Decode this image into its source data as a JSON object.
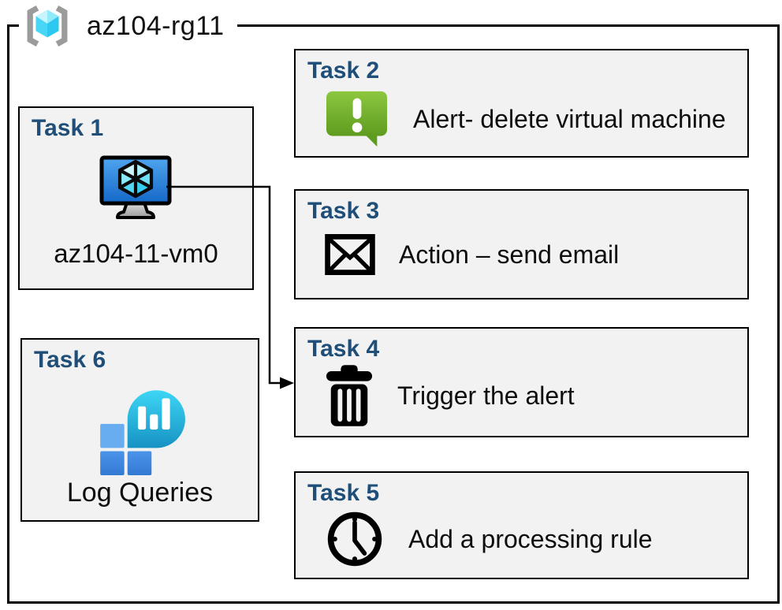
{
  "header": {
    "resource_group_label": "az104-rg11",
    "icon": "resource-group-icon"
  },
  "tasks": [
    {
      "title": "Task 1",
      "label": "az104-11-vm0",
      "icon": "virtual-machine-icon"
    },
    {
      "title": "Task 2",
      "label": "Alert- delete virtual machine",
      "icon": "alert-message-icon"
    },
    {
      "title": "Task 3",
      "label": "Action – send email",
      "icon": "email-envelope-icon"
    },
    {
      "title": "Task 4",
      "label": "Trigger the alert",
      "icon": "trash-icon"
    },
    {
      "title": "Task 5",
      "label": "Add a processing rule",
      "icon": "clock-icon"
    },
    {
      "title": "Task 6",
      "label": "Log Queries",
      "icon": "log-analytics-icon"
    }
  ],
  "connector": {
    "from": "Task 1",
    "to": "Task 4",
    "type": "elbow-arrow"
  },
  "colors": {
    "task_title_blue": "#1F4E79",
    "box_fill": "#F2F2F2",
    "box_border": "#000000",
    "alert_green_light": "#8DC73F",
    "alert_green_dark": "#5E9C20",
    "vm_screen_blue_light": "#4FA5EF",
    "vm_screen_blue_dark": "#1568C8",
    "log_bubble_cyan_light": "#3DD6F5",
    "log_bubble_cyan_dark": "#1792C3",
    "log_square_blue_light": "#68ADF0",
    "log_square_blue_dark": "#3A83DD",
    "rg_cube_cyan": "#49D5F5",
    "rg_bracket_gray": "#9B9B9B"
  }
}
